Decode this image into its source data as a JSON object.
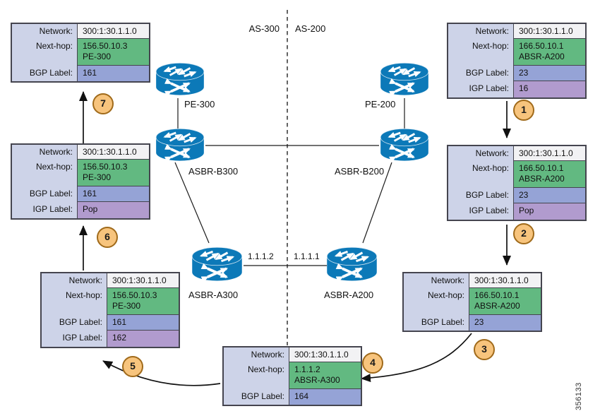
{
  "region_labels": {
    "as_left": "AS-300",
    "as_right": "AS-200"
  },
  "watermark": "356133",
  "row_labels": {
    "network": "Network:",
    "nexthop": "Next-hop:",
    "bgp": "BGP Label:",
    "igp": "IGP Label:"
  },
  "link_labels": {
    "left": "1.1.1.2",
    "right": "1.1.1.1"
  },
  "routers": {
    "pe300": "PE-300",
    "asbr_b300": "ASBR-B300",
    "pe200": "PE-200",
    "asbr_b200": "ASBR-B200",
    "asbr_a300": "ASBR-A300",
    "asbr_a200": "ASBR-A200"
  },
  "steps": {
    "s1": "1",
    "s2": "2",
    "s3": "3",
    "s4": "4",
    "s5": "5",
    "s6": "6",
    "s7": "7"
  },
  "tables": {
    "t1": {
      "network": "300:1:30.1.1.0",
      "nexthop_ip": "156.50.10.3",
      "nexthop_name": "PE-300",
      "bgp": "161"
    },
    "t2": {
      "network": "300:1:30.1.1.0",
      "nexthop_ip": "166.50.10.1",
      "nexthop_name": "ABSR-A200",
      "bgp": "23",
      "igp": "16"
    },
    "t3": {
      "network": "300:1:30.1.1.0",
      "nexthop_ip": "156.50.10.3",
      "nexthop_name": "PE-300",
      "bgp": "161",
      "igp": "Pop"
    },
    "t4": {
      "network": "300:1:30.1.1.0",
      "nexthop_ip": "166.50.10.1",
      "nexthop_name": "ABSR-A200",
      "bgp": "23",
      "igp": "Pop"
    },
    "t5": {
      "network": "300:1:30.1.1.0",
      "nexthop_ip": "156.50.10.3",
      "nexthop_name": "PE-300",
      "bgp": "161",
      "igp": "162"
    },
    "t6": {
      "network": "300:1:30.1.1.0",
      "nexthop_ip": "1.1.1.2",
      "nexthop_name": "ABSR-A300",
      "bgp": "164"
    },
    "t7": {
      "network": "300:1:30.1.1.0",
      "nexthop_ip": "166.50.10.1",
      "nexthop_name": "ABSR-A200",
      "bgp": "23"
    }
  },
  "colors": {
    "router_blue": "#0c79b8",
    "nexthop_green": "#62b981",
    "bgp_blue": "#95a3d6",
    "igp_purple": "#b19bce",
    "label_column": "#cdd3e8",
    "network_bg": "#f2f2f4",
    "table_border": "#45454f",
    "step_fill": "#f7c47d",
    "step_border": "#a06a1a"
  }
}
